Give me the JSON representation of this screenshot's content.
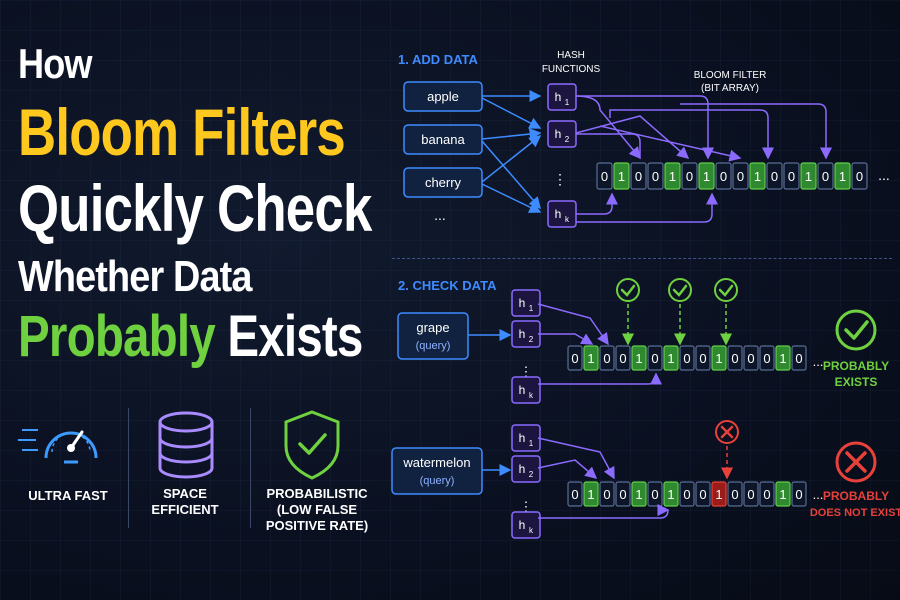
{
  "title": {
    "line1": "How",
    "line2": "Bloom Filters",
    "line3": "Quickly Check",
    "line4": "Whether Data",
    "line5_green": "Probably",
    "line5_rest": " Exists"
  },
  "features": [
    {
      "icon": "speedometer-icon",
      "label": "ULTRA FAST"
    },
    {
      "icon": "database-icon",
      "label_line1": "SPACE",
      "label_line2": "EFFICIENT"
    },
    {
      "icon": "shield-check-icon",
      "label_line1": "PROBABILISTIC",
      "label_line2": "(LOW FALSE",
      "label_line3": "POSITIVE RATE)"
    }
  ],
  "add_section": {
    "heading": "1. ADD DATA",
    "hash_heading_line1": "HASH",
    "hash_heading_line2": "FUNCTIONS",
    "filter_heading_line1": "BLOOM FILTER",
    "filter_heading_line2": "(BIT ARRAY)",
    "items": [
      "apple",
      "banana",
      "cherry"
    ],
    "more": "...",
    "hash_labels": [
      "h",
      "h",
      "h"
    ],
    "hash_subs": [
      "1",
      "2",
      "k"
    ],
    "vdots": "⋮",
    "bits": [
      "0",
      "1",
      "0",
      "0",
      "1",
      "0",
      "1",
      "0",
      "0",
      "1",
      "0",
      "0",
      "1",
      "0",
      "1",
      "0"
    ],
    "ellipsis": "..."
  },
  "check_section": {
    "heading": "2. CHECK DATA",
    "queries": [
      {
        "label": "grape",
        "sub": "(query)",
        "bits": [
          "0",
          "1",
          "0",
          "0",
          "1",
          "0",
          "1",
          "0",
          "0",
          "1",
          "0",
          "0",
          "0",
          "1",
          "0"
        ],
        "result_line1": "PROBABLY",
        "result_line2": "EXISTS",
        "result_icon": "check-circle-icon"
      },
      {
        "label": "watermelon",
        "sub": "(query)",
        "bits": [
          "0",
          "1",
          "0",
          "0",
          "1",
          "0",
          "1",
          "0",
          "0",
          "1",
          "0",
          "0",
          "0",
          "1",
          "0"
        ],
        "result_line1": "PROBABLY",
        "result_line2": "DOES NOT EXIST",
        "result_icon": "x-circle-icon"
      }
    ],
    "ellipsis": "..."
  },
  "colors": {
    "yellow": "#ffc81e",
    "green": "#6fd13f",
    "blue": "#3d8bff",
    "purple": "#8b6bff",
    "red": "#e8413a",
    "bit_on": "#2f8a2f",
    "bit_off": "#0d1628"
  }
}
